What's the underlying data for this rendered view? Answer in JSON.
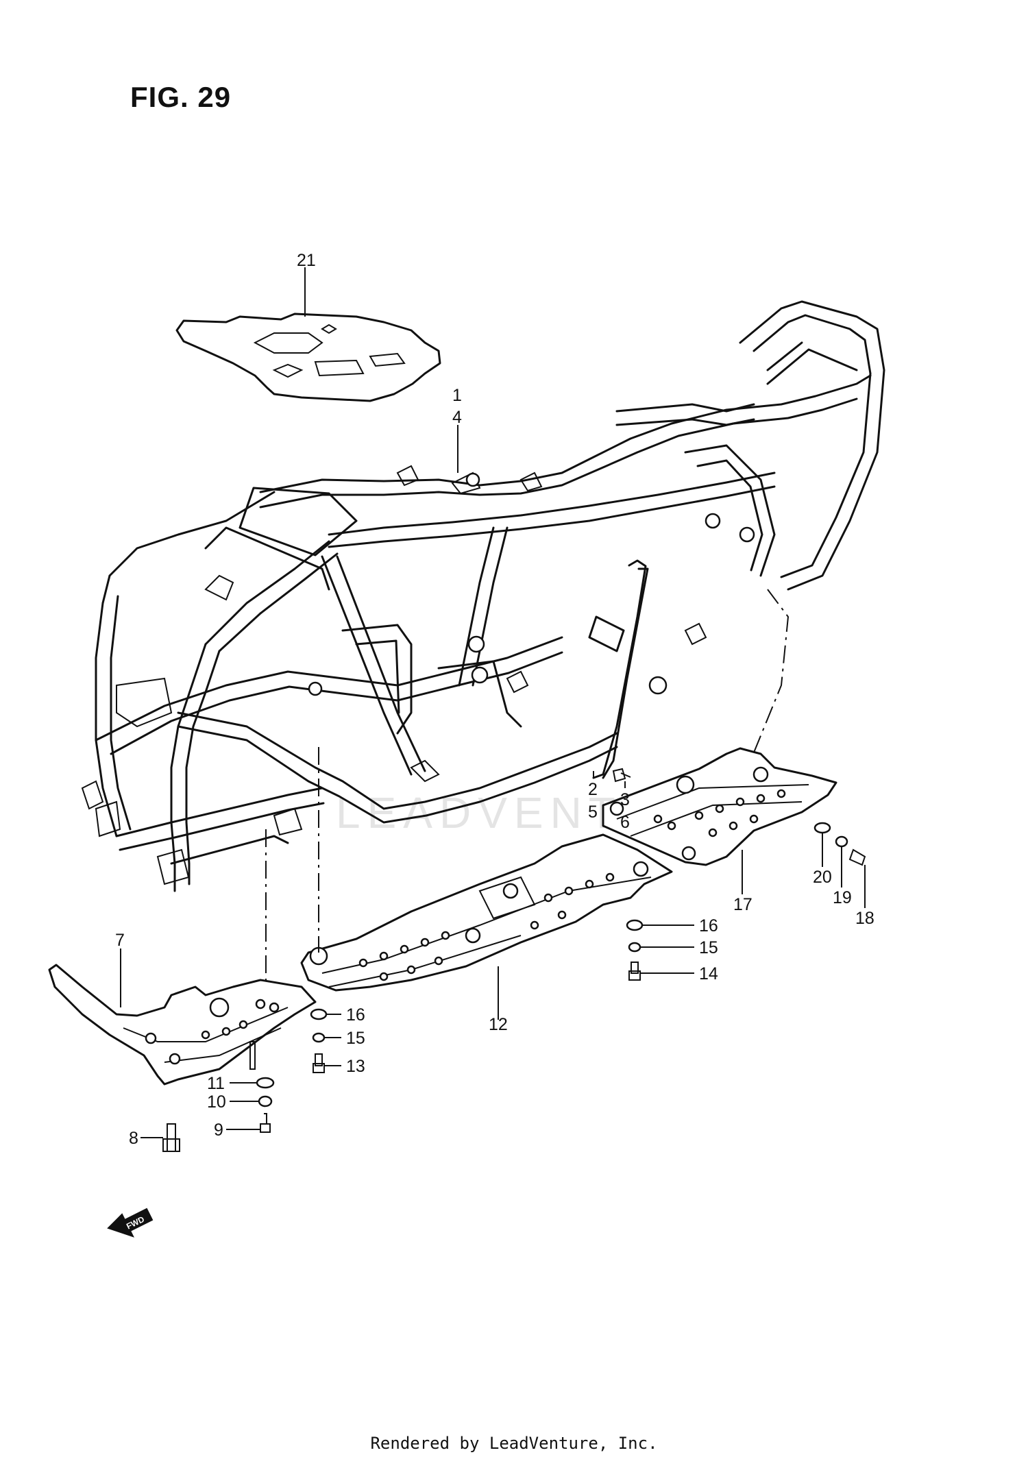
{
  "figure": {
    "title": "FIG. 29"
  },
  "watermark": "LEADVENTURE",
  "footer": "Rendered by LeadVenture, Inc.",
  "direction_badge": {
    "label": "FWD"
  },
  "callouts": [
    "21",
    "1",
    "4",
    "2",
    "5",
    "3",
    "6",
    "7",
    "12",
    "16",
    "15",
    "14",
    "13",
    "17",
    "20",
    "19",
    "18",
    "11",
    "10",
    "9",
    "8"
  ]
}
